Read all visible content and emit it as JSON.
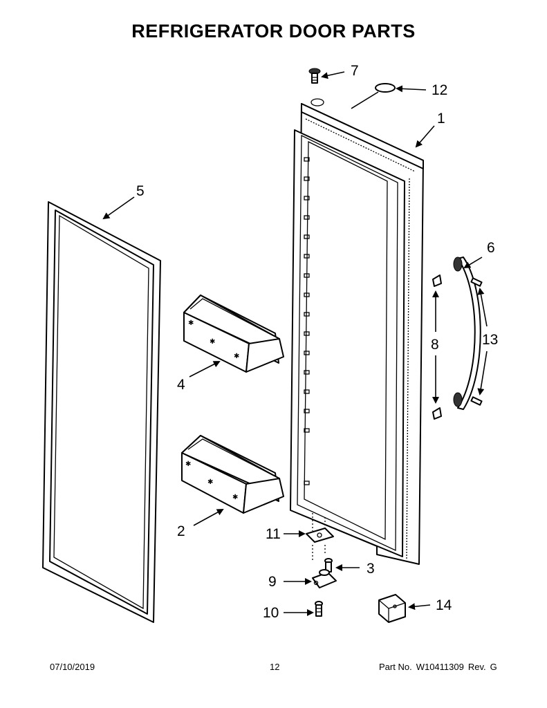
{
  "title": "REFRIGERATOR DOOR PARTS",
  "callouts": [
    {
      "id": "c1",
      "label": "1"
    },
    {
      "id": "c2",
      "label": "2"
    },
    {
      "id": "c3",
      "label": "3"
    },
    {
      "id": "c4",
      "label": "4"
    },
    {
      "id": "c5",
      "label": "5"
    },
    {
      "id": "c6",
      "label": "6"
    },
    {
      "id": "c7",
      "label": "7"
    },
    {
      "id": "c8",
      "label": "8"
    },
    {
      "id": "c9",
      "label": "9"
    },
    {
      "id": "c10",
      "label": "10"
    },
    {
      "id": "c11",
      "label": "11"
    },
    {
      "id": "c12",
      "label": "12"
    },
    {
      "id": "c13",
      "label": "13"
    },
    {
      "id": "c14",
      "label": "14"
    }
  ],
  "footer": {
    "date": "07/10/2019",
    "page": "12",
    "part_label": "Part No.",
    "part_number": "W10411309",
    "rev_label": "Rev.",
    "rev": "G"
  }
}
